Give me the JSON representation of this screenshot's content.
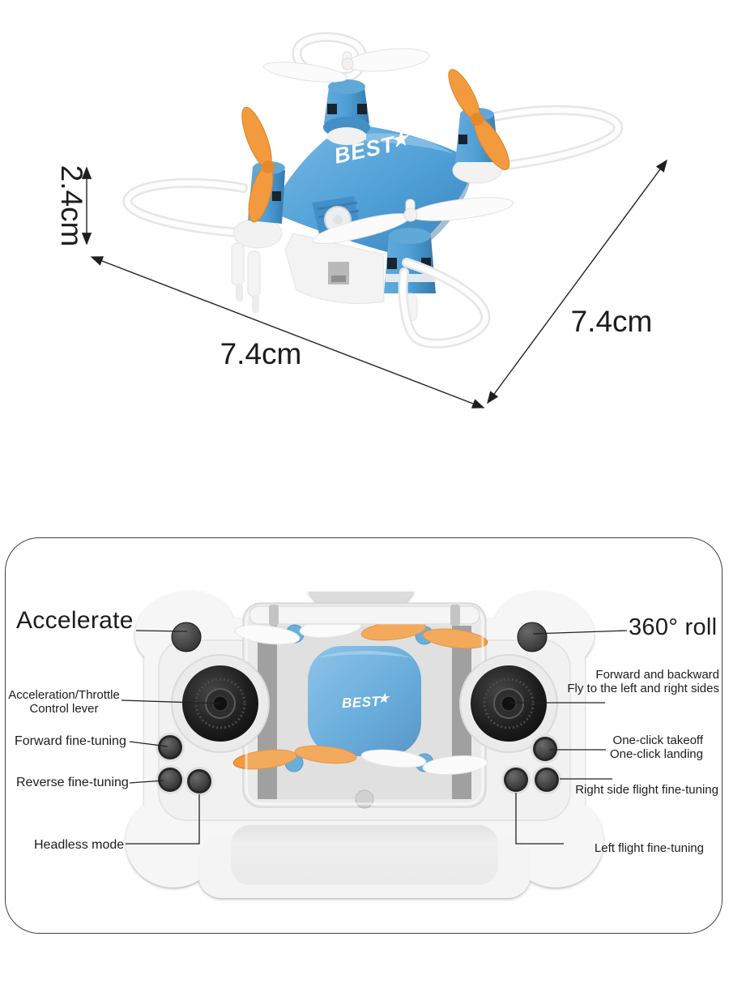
{
  "product_diagram": {
    "dimensions": {
      "height": "2.4cm",
      "side_left": "7.4cm",
      "side_right": "7.4cm"
    },
    "drone": {
      "brand": "BEST",
      "brand_star": "★"
    }
  },
  "controller_panel": {
    "labels": {
      "accelerate": "Accelerate",
      "throttle_line1": "Acceleration/Throttle",
      "throttle_line2": "Control lever",
      "forward_tuning": "Forward fine-tuning",
      "reverse_tuning": "Reverse fine-tuning",
      "headless": "Headless mode",
      "roll": "360° roll",
      "direction_line1": "Forward and backward",
      "direction_line2": "Fly to the left and right sides",
      "takeoff_line1": "One-click takeoff",
      "takeoff_line2": "One-click landing",
      "right_tuning": "Right side flight fine-tuning",
      "left_tuning": "Left flight fine-tuning"
    }
  },
  "colors": {
    "drone_blue": "#4e9fd6",
    "drone_blue_dark": "#3a82bb",
    "drone_blue_light": "#7cbbe6",
    "prop_orange": "#f29a3d",
    "prop_orange_dark": "#de8226",
    "white_part": "#fafafa",
    "controller_body": "#f6f6f6",
    "controller_edge": "#d8d8d8",
    "compartment_gray": "#e6e6e6",
    "pillar_gray": "#8e8e8e",
    "button_dark": "#2b2b2b",
    "stick_black": "#141414",
    "text_color": "#1c1c1c",
    "annotation_line": "#222222",
    "panel_border": "#3f3f3f"
  }
}
